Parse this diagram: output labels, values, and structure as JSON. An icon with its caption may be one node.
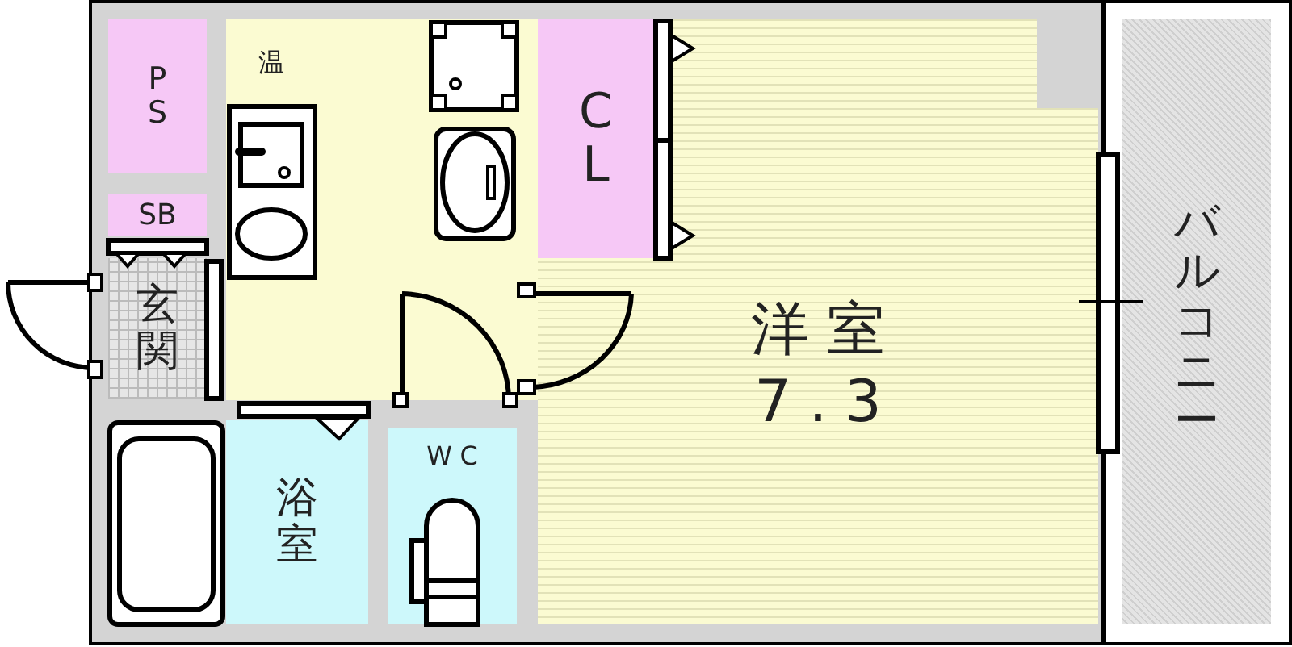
{
  "diagram": {
    "nodes": [
      {
        "text": [
          "PS"
        ]
      },
      {
        "text": [
          "温"
        ]
      },
      {
        "text": [
          "SB"
        ]
      },
      {
        "text": [
          "玄関"
        ]
      },
      {
        "text": [
          "洋室",
          "7.3"
        ]
      },
      {
        "text": [
          "CL"
        ],
        "in": 4
      },
      {
        "text": [
          "バルコニー"
        ]
      },
      {
        "text": [
          "浴室"
        ]
      },
      {
        "text": [
          "WC"
        ]
      }
    ]
  }
}
